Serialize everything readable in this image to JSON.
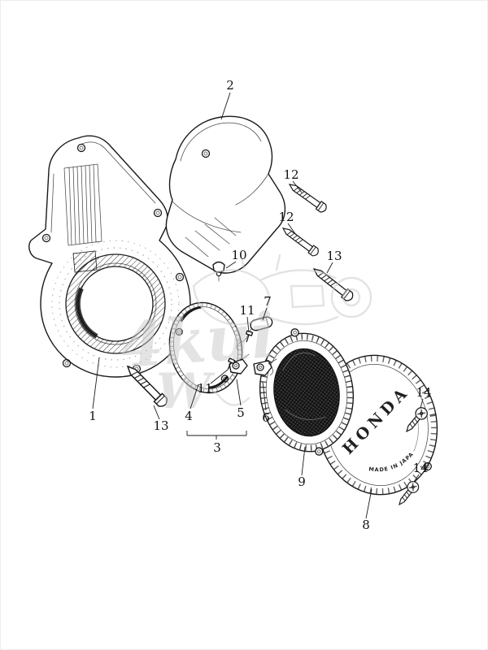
{
  "colors": {
    "ink": "#1a1a1a",
    "paper": "#ffffff",
    "watermark": "#c9c9c9"
  },
  "cover": {
    "brand": "HONDA",
    "origin": "MADE IN JAPAN"
  },
  "watermark": {
    "line1": "4kui",
    "line2": "W"
  },
  "callouts": [
    {
      "label": "1"
    },
    {
      "label": "2"
    },
    {
      "label": "3"
    },
    {
      "label": "4"
    },
    {
      "label": "5"
    },
    {
      "label": "6"
    },
    {
      "label": "7"
    },
    {
      "label": "8"
    },
    {
      "label": "9"
    },
    {
      "label": "10"
    },
    {
      "label": "11"
    },
    {
      "label": "11"
    },
    {
      "label": "12"
    },
    {
      "label": "12"
    },
    {
      "label": "13"
    },
    {
      "label": "13"
    },
    {
      "label": "14"
    },
    {
      "label": "14"
    }
  ]
}
